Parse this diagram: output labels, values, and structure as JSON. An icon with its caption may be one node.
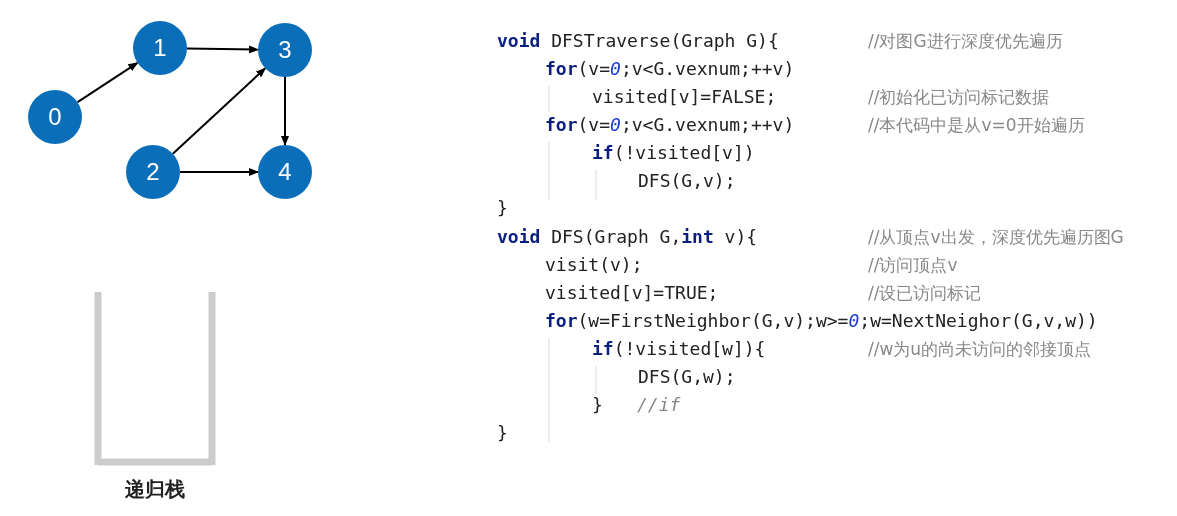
{
  "diagram": {
    "nodes": [
      {
        "text": [
          "0"
        ]
      },
      {
        "text": [
          "1"
        ]
      },
      {
        "text": [
          "2"
        ]
      },
      {
        "text": [
          "3"
        ]
      },
      {
        "text": [
          "4"
        ]
      },
      {
        "text": [
          "递归栈"
        ]
      }
    ],
    "edges": [
      {
        "from": 0,
        "to": 1,
        "arrow": "to"
      },
      {
        "from": 1,
        "to": 3,
        "arrow": "to"
      },
      {
        "from": 2,
        "to": 3,
        "arrow": "to"
      },
      {
        "from": 2,
        "to": 4,
        "arrow": "to"
      },
      {
        "from": 3,
        "to": 4,
        "arrow": "to"
      }
    ],
    "labels": [
      "**void** DFSTraverse(Graph G){",
      "//对图G进行深度优先遍历",
      "**for**(v=*0*;v<G.vexnum;++v)",
      "visited[v]=FALSE;",
      "//初始化已访问标记数据",
      "**for**(v=*0*;v<G.vexnum;++v)",
      "//本代码中是从v=0开始遍历",
      "**if**(!visited[v])",
      "DFS(G,v);",
      "}",
      "**void** DFS(Graph G,**int** v){",
      "//从顶点v出发，深度优先遍历图G",
      "visit(v);",
      "//访问顶点v",
      "visited[v]=TRUE;",
      "//设已访问标记",
      "**for**(w=FirstNeighbor(G,v);w>=*0*;w=NextNeighor(G,v,w))",
      "**if**(!visited[w]){",
      "//w为u的尚未访问的邻接顶点",
      "DFS(G,w);",
      "}",
      "//if",
      "}"
    ]
  }
}
